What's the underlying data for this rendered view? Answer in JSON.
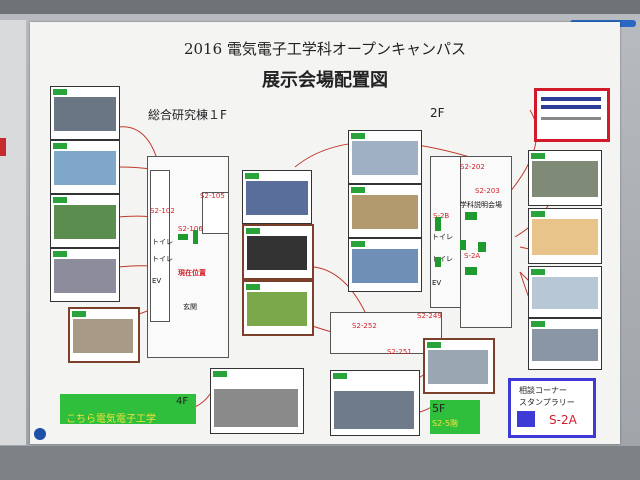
{
  "poster": {
    "title": "2016 電気電子工学科オープンキャンパス",
    "subtitle": "展示会場配置図",
    "floors": {
      "f1": "総合研究棟１F",
      "f2": "2F",
      "f4": "4F",
      "f5": "5F"
    },
    "rooms": {
      "s2_102": "S2-102",
      "s2_105": "S2-105",
      "s2_106": "S2-106",
      "s2_202": "S2-202",
      "s2_203": "S2-203",
      "s2_2b": "S-2B",
      "s2_2a": "S-2A",
      "s2_252": "S2-252",
      "s2_251": "S2-251",
      "s2_249": "S2-249"
    },
    "labels": {
      "toilet1": "トイレ",
      "toilet2": "トイレ",
      "ev1": "EV",
      "toilet3": "トイレ",
      "toilet4": "トイレ",
      "ev2": "EV",
      "current": "現在位置",
      "entrance": "玄関",
      "guidance": "学科説明会場",
      "stamp_title": "相談コーナー",
      "stamp_sub": "スタンプラリー",
      "stamp_room": "S-2A",
      "fifth_room": "S2-5階",
      "fourth_sign": "こちら電気電子工学"
    }
  }
}
